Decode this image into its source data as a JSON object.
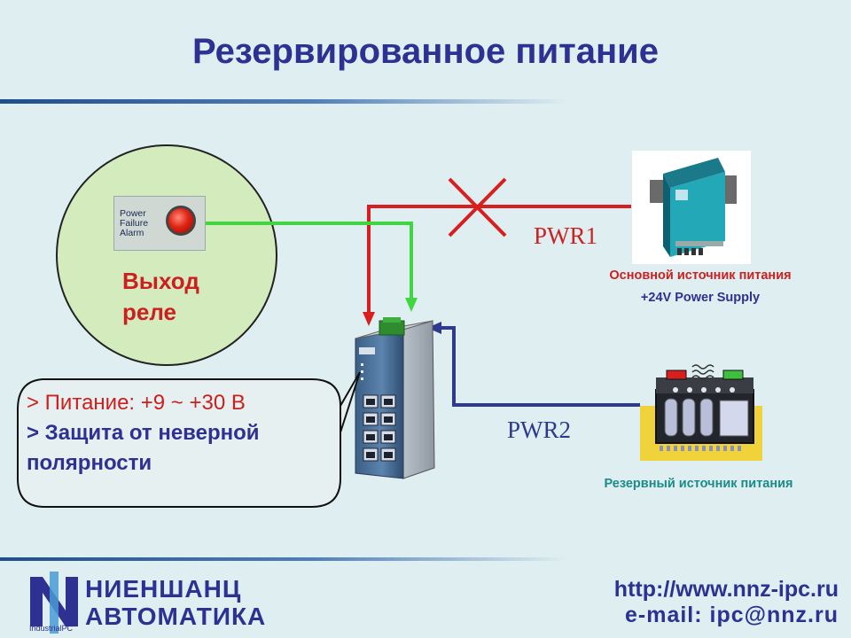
{
  "title": "Резервированное питание",
  "relay": {
    "alarm_label_lines": [
      "Power",
      "Failure",
      "Alarm"
    ],
    "label_lines": [
      "Выход",
      "реле"
    ]
  },
  "pwr1": {
    "label": "PWR1"
  },
  "pwr2": {
    "label": "PWR2"
  },
  "main_supply": {
    "label_line1": "Основной источник питания",
    "label_line2": "+24V Power Supply"
  },
  "backup_supply": {
    "label": "Резервный источник питания"
  },
  "callout": {
    "lines": [
      "> Питание: +9 ~ +30 В",
      "> Защита от неверной",
      "полярности"
    ]
  },
  "footer": {
    "logo_line1": "НИЕНШАНЦ",
    "logo_line2": "АВТОМАТИКА",
    "logo_small": "IndustrialPC",
    "url": "http://www.nnz-ipc.ru",
    "email": "e-mail: ipc@nnz.ru"
  },
  "colors": {
    "title": "#2e3192",
    "pwr1_line": "#d81e1e",
    "pwr2_line": "#2e3a8e",
    "alarm_line": "#3fd63f"
  }
}
